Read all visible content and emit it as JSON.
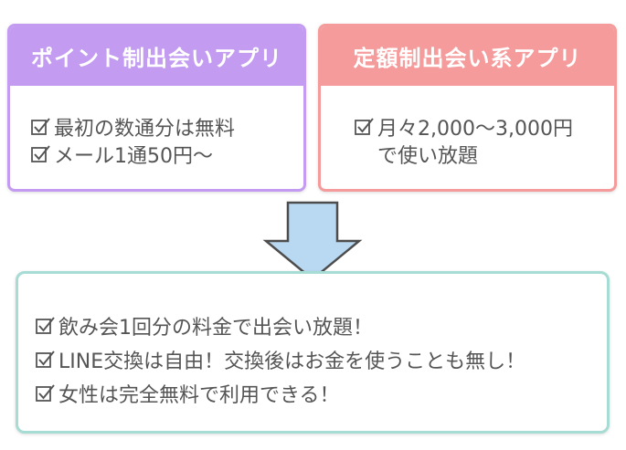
{
  "point_box": {
    "title": "ポイント制出会いアプリ",
    "items": [
      "最初の数通分は無料",
      "メール1通50円～"
    ]
  },
  "fixed_box": {
    "title": "定額制出会い系アプリ",
    "line1": "月々2,000～3,000円",
    "line2": "で使い放題"
  },
  "result_box": {
    "items": [
      "飲み会1回分の料金で出会い放題！",
      "LINE交換は自由！交換後はお金を使うことも無し！",
      "女性は完全無料で利用できる！"
    ]
  },
  "colors": {
    "point_accent": "#c39cf2",
    "fixed_accent": "#f59b9b",
    "result_border": "#a6dcd3",
    "arrow_fill": "#b9d9f2",
    "arrow_stroke": "#4d4d4d"
  },
  "icons": {
    "checkbox": "checkbox-checked-icon",
    "arrow": "arrow-down-icon"
  }
}
